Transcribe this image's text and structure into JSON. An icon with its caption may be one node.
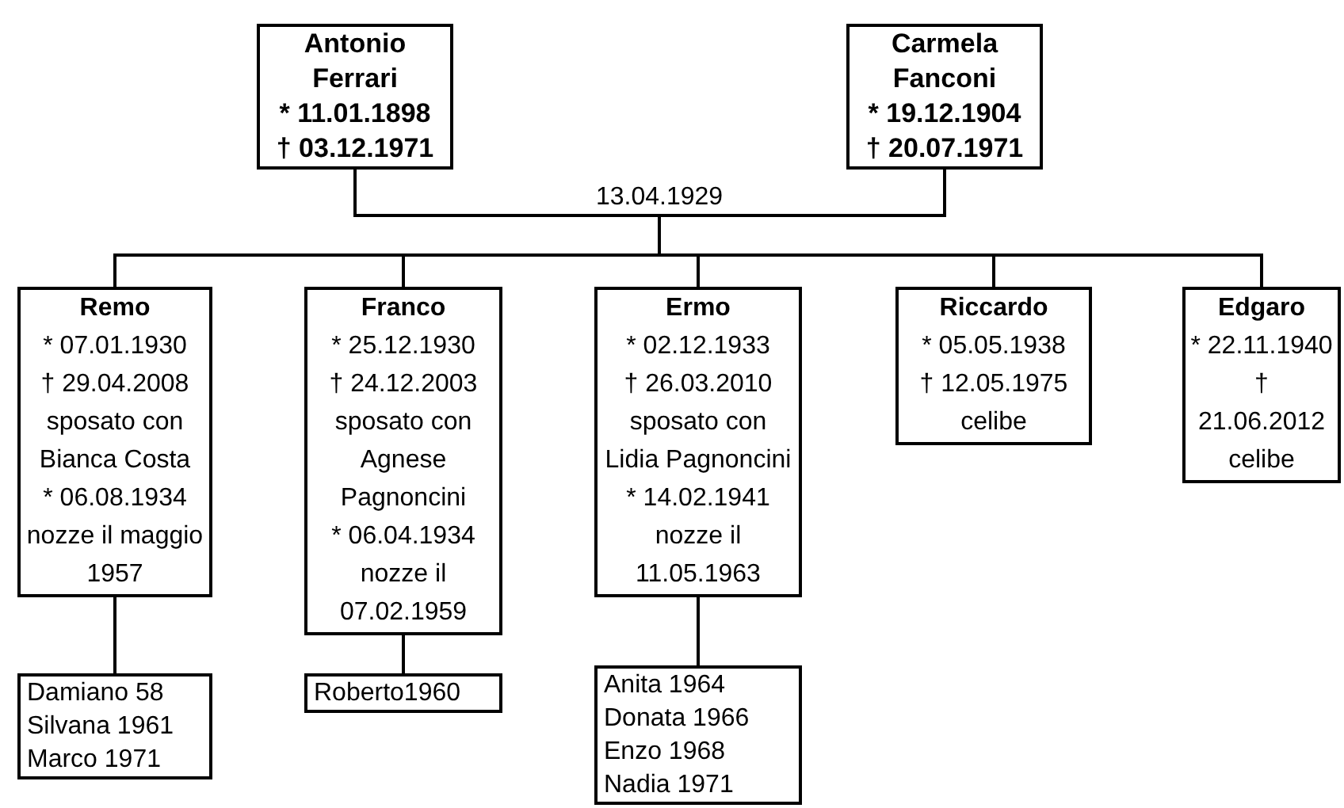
{
  "diagram": {
    "nodes": [
      {
        "text": [
          "Antonio Ferrari",
          "* 11.01.1898",
          "† 03.12.1971"
        ]
      },
      {
        "text": [
          "Carmela Fanconi",
          "* 19.12.1904",
          "† 20.07.1971"
        ]
      },
      {
        "text": [
          "Remo",
          "* 07.01.1930",
          "† 29.04.2008",
          "sposato con Bianca Costa",
          "* 06.08.1934",
          "nozze il maggio 1957"
        ]
      },
      {
        "text": [
          "Franco",
          "* 25.12.1930",
          "† 24.12.2003",
          "sposato con Agnese Pagnoncini",
          "* 06.04.1934",
          "nozze il 07.02.1959"
        ]
      },
      {
        "text": [
          "Ermo",
          "* 02.12.1933",
          "† 26.03.2010",
          "sposato con Lidia Pagnoncini",
          "* 14.02.1941",
          "nozze il 11.05.1963"
        ]
      },
      {
        "text": [
          "Riccardo",
          "* 05.05.1938",
          "† 12.05.1975",
          "celibe"
        ]
      },
      {
        "text": [
          "Edgaro",
          "* 22.11.1940",
          "† 21.06.2012",
          "celibe"
        ]
      },
      {
        "text": [
          "Damiano 58",
          "Silvana 1961",
          "Marco 1971"
        ]
      },
      {
        "text": [
          "Roberto1960"
        ]
      },
      {
        "text": [
          "Anita 1964",
          "Donata 1966",
          "Enzo 1968",
          "Nadia 1971"
        ]
      }
    ],
    "edges": [
      {
        "from": 0,
        "to": 1,
        "arrow": "none",
        "label": "13.04.1929"
      },
      {
        "from": 0,
        "to": 2,
        "arrow": "none"
      },
      {
        "from": 0,
        "to": 3,
        "arrow": "none"
      },
      {
        "from": 0,
        "to": 4,
        "arrow": "none"
      },
      {
        "from": 0,
        "to": 5,
        "arrow": "none"
      },
      {
        "from": 0,
        "to": 6,
        "arrow": "none"
      },
      {
        "from": 1,
        "to": 2,
        "arrow": "none"
      },
      {
        "from": 1,
        "to": 3,
        "arrow": "none"
      },
      {
        "from": 1,
        "to": 4,
        "arrow": "none"
      },
      {
        "from": 1,
        "to": 5,
        "arrow": "none"
      },
      {
        "from": 1,
        "to": 6,
        "arrow": "none"
      },
      {
        "from": 2,
        "to": 7,
        "arrow": "none"
      },
      {
        "from": 3,
        "to": 8,
        "arrow": "none"
      },
      {
        "from": 4,
        "to": 9,
        "arrow": "none"
      }
    ]
  }
}
